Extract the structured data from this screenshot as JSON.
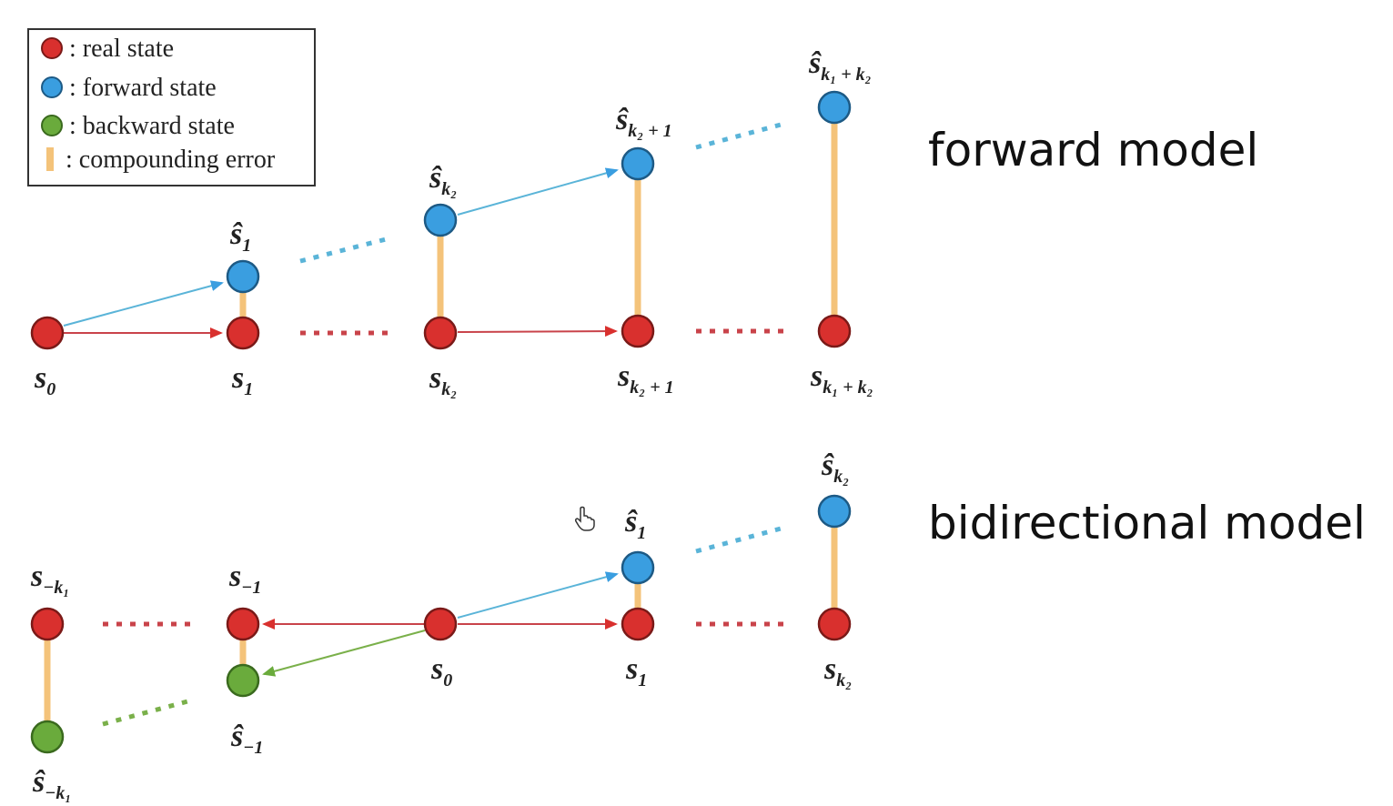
{
  "legend": {
    "items": [
      {
        "symbol": "real-dot",
        "text": ": real state"
      },
      {
        "symbol": "forward-dot",
        "text": ": forward state"
      },
      {
        "symbol": "backward-dot",
        "text": ": backward state"
      },
      {
        "symbol": "error-bar",
        "text": ": compounding error"
      }
    ]
  },
  "colors": {
    "real": "#d9302e",
    "forward": "#3a9ee0",
    "backward": "#6aab3c",
    "error": "#f4c37a",
    "arrow_real": "#c9434a",
    "arrow_forward": "#5ab4d8",
    "arrow_backward": "#7ab04a"
  },
  "titles": {
    "forward": "forward model",
    "bidirectional": "bidirectional model"
  },
  "forward_model": {
    "labels": {
      "s0": {
        "base": "s",
        "sub": "0"
      },
      "s1": {
        "base": "s",
        "sub": "1"
      },
      "sk2": {
        "base": "s",
        "sub": "k₂"
      },
      "sk2p1": {
        "base": "s",
        "sub": "k₂ + 1"
      },
      "sk1pk2": {
        "base": "s",
        "sub": "k₁ + k₂"
      },
      "hat_s1": {
        "base": "ŝ",
        "sub": "1"
      },
      "hat_sk2": {
        "base": "ŝ",
        "sub": "k₂"
      },
      "hat_sk2p1": {
        "base": "ŝ",
        "sub": "k₂ + 1"
      },
      "hat_sk1pk2": {
        "base": "ŝ",
        "sub": "k₁ + k₂"
      }
    }
  },
  "bidirectional_model": {
    "labels": {
      "s_mk1": {
        "base": "s",
        "sub": "−k₁"
      },
      "s_m1": {
        "base": "s",
        "sub": "−1"
      },
      "s0": {
        "base": "s",
        "sub": "0"
      },
      "s1": {
        "base": "s",
        "sub": "1"
      },
      "sk2": {
        "base": "s",
        "sub": "k₂"
      },
      "hat_s1": {
        "base": "ŝ",
        "sub": "1"
      },
      "hat_sk2": {
        "base": "ŝ",
        "sub": "k₂"
      },
      "hat_s_m1": {
        "base": "ŝ",
        "sub": "−1"
      },
      "hat_s_mk1": {
        "base": "ŝ",
        "sub": "−k₁"
      }
    }
  },
  "cursor_icon": "hand-cursor-icon"
}
